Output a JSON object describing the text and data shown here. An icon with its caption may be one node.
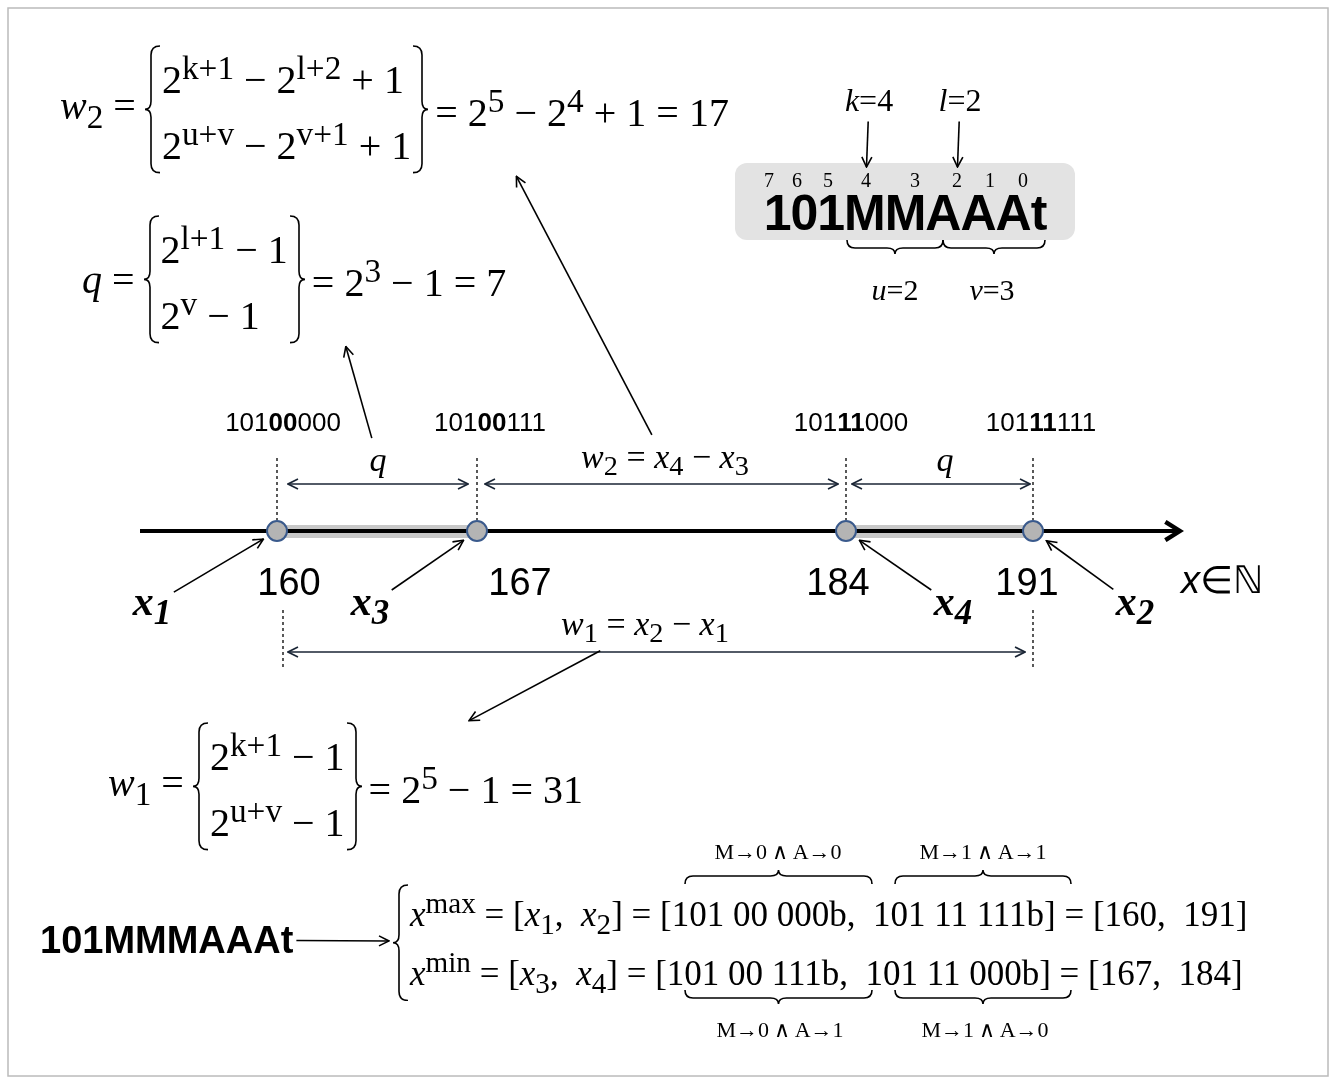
{
  "diagram": {
    "nodes": [
      {
        "text": [
          "*w*$_{2}$ =",
          "2$^{k+1}$ − 2$^{l+2}$ + 1",
          "2$^{u+v}$ − 2$^{v+1}$ + 1",
          "= 2$^{5}$ − 2$^{4}$ + 1 = 17"
        ]
      },
      {
        "text": [
          "*q* =",
          "2$^{l+1}$ − 1",
          "2$^{v}$ − 1",
          "= 2$^{3}$ − 1 = 7"
        ]
      },
      {
        "text": [
          "*k*=4"
        ]
      },
      {
        "text": [
          "*l*=2"
        ]
      },
      {
        "text": [
          "101MMAAAt"
        ]
      },
      {
        "text": [
          "7"
        ],
        "in": 4
      },
      {
        "text": [
          "6"
        ],
        "in": 4
      },
      {
        "text": [
          "5"
        ],
        "in": 4
      },
      {
        "text": [
          "4"
        ],
        "in": 4
      },
      {
        "text": [
          "3"
        ],
        "in": 4
      },
      {
        "text": [
          "2"
        ],
        "in": 4
      },
      {
        "text": [
          "1"
        ],
        "in": 4
      },
      {
        "text": [
          "0"
        ],
        "in": 4
      },
      {
        "text": [
          "*q*"
        ]
      },
      {
        "text": [
          "*w*$_{2}$ = *x*$_{4}$ − *x*$_{3}$"
        ]
      },
      {
        "text": [],
        "shape": "circle",
        "beside": [
          "160"
        ]
      },
      {
        "text": [],
        "shape": "circle",
        "beside": [
          "167"
        ]
      },
      {
        "text": [],
        "shape": "circle",
        "beside": [
          "184"
        ]
      },
      {
        "text": [],
        "shape": "circle",
        "beside": [
          "191"
        ]
      },
      {
        "text": [
          "x$_{1}$"
        ]
      },
      {
        "text": [
          "x$_{3}$"
        ]
      },
      {
        "text": [
          "x$_{4}$"
        ]
      },
      {
        "text": [
          "x$_{2}$"
        ]
      },
      {
        "text": [
          "*w*$_{1}$ = *x*$_{2}$ − *x*$_{1}$"
        ]
      },
      {
        "text": [
          "*w*$_{1}$ =",
          "2$^{k+1}$ − 1",
          "2$^{u+v}$ − 1",
          "= 2$^{5}$ − 1 = 31"
        ]
      },
      {
        "text": [
          "101MMMAAAt"
        ]
      },
      {
        "text": [
          "*x*$^{max}$ = [*x*$_{1}$,  *x*$_{2}$] = [101 00 000b,  101 11 111b] = [160,  191]",
          "*x*$^{min}$ = [*x*$_{3}$,  *x*$_{4}$] = [101 00 111b,  101 11 000b] = [167,  184]"
        ]
      }
    ],
    "edges": [
      {
        "from": 2,
        "to": 8,
        "arrow": "to"
      },
      {
        "from": 3,
        "to": 10,
        "arrow": "to"
      },
      {
        "from": 13,
        "to": 1,
        "arrow": "to"
      },
      {
        "from": 14,
        "to": 0,
        "arrow": "to"
      },
      {
        "from": 19,
        "to": 15,
        "arrow": "to"
      },
      {
        "from": 20,
        "to": 16,
        "arrow": "to"
      },
      {
        "from": 21,
        "to": 17,
        "arrow": "to"
      },
      {
        "from": 22,
        "to": 18,
        "arrow": "to"
      },
      {
        "from": 23,
        "to": 24,
        "arrow": "to"
      },
      {
        "from": 25,
        "to": 26,
        "arrow": "to"
      }
    ],
    "labels": [
      "*u*=2",
      "*v*=3",
      "101**00**000",
      "101**00**111",
      "101**11**000",
      "101**11**111",
      "*q*",
      "*x*∈ℕ",
      "M→0 ∧ A→0",
      "M→1 ∧ A→1",
      "M→0 ∧ A→1",
      "M→1 ∧ A→0"
    ]
  }
}
